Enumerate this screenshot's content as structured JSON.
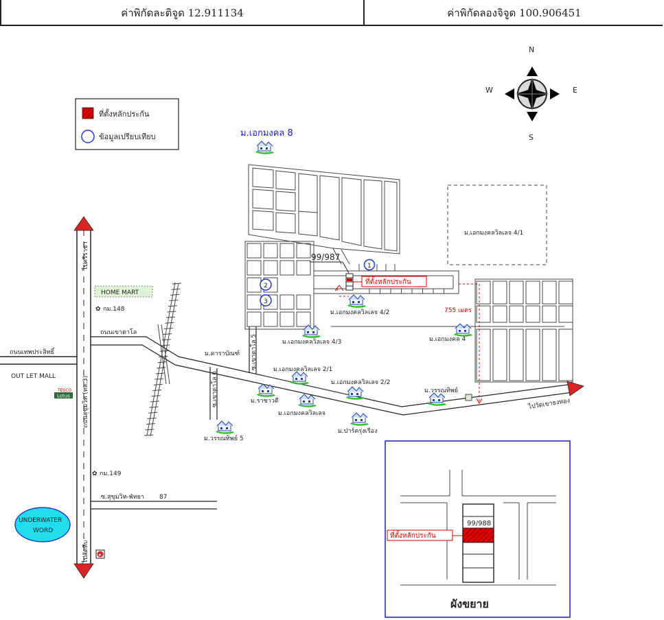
{
  "header": {
    "latitude_label": "ค่าพิกัดละติจูด 12.911134",
    "longitude_label": "ค่าพิกัดลองจิจูด 100.906451"
  },
  "legend": {
    "collateral": "ที่ตั้งหลักประกัน",
    "comparison": "ข้อมูลเปรียบเทียบ"
  },
  "compass": {
    "n": "N",
    "s": "S",
    "e": "E",
    "w": "W"
  },
  "villages": {
    "ekmongkol8": "ม.เอกมงคล 8",
    "ekmongkolvilla41": "ม.เอกมงคลวิลเลจ 4/1",
    "ekmongkolvilla42": "ม.เอกมงคลวิลเลจ 4/2",
    "ekmongkolvilla43": "ม.เอกมงคลวิลเลจ 4/3",
    "ekmongkol4": "ม.เอกมงคล 4",
    "daraphirom": "ม.ดาราบัณฑ์",
    "ekmongkolvilla21": "ม.เอกมงคลวิลเลจ 2/1",
    "ekmongkolvilla22": "ม.เอกมงคลวิลเลจ 2/2",
    "wornthip": "ม.วรรณทิพย์",
    "rachawadi": "ม.ราชาวดี",
    "ekmongkolvillage": "ม.เอกมงคลวิลเลจ",
    "parkrungrueang": "ม.ปาร์ครุ่งเรือง",
    "wornthip5": "ม.วรรณทิพย์ 5"
  },
  "roads": {
    "to_sriracha": "ไปศรีราชา",
    "to_sattahip": "ไปสัตหีบ",
    "sukhumvit": "ถนนสุขุมวิท (ทล.3)",
    "thepprasit": "ถนนเทพประสิทธิ์",
    "khaotalo": "ถนนเขาตาโล",
    "soi_khaotalo5": "ซ.เขาตาโล 5",
    "soi_khaotalo6": "ซ.เขาตาโล 6",
    "soi_sukhumvit87": "ซ.สุขุมวิท-พัทยา",
    "soi_87_num": "87",
    "to_wat": "ไปวัดเขาธงทอง"
  },
  "landmarks": {
    "home_mart": "HOME MART",
    "km148": "กม.148",
    "km149": "กม.149",
    "outlet_mall": "OUT LET MALL",
    "tesco_top": "TESCO",
    "tesco_bottom": "Lotus",
    "underwater_1": "UNDERWATER",
    "underwater_2": "WORD"
  },
  "markers": {
    "plot_id": "99/987",
    "collateral": "ที่ตั้งหลักประกัน",
    "distance": "755 เมตร",
    "c1": "1",
    "c2": "2",
    "c3": "3"
  },
  "inset": {
    "plot_id": "99/988",
    "collateral": "ที่ตั้งหลักประกัน",
    "title": "ผังขยาย"
  },
  "colors": {
    "collateral_red": "#e00000",
    "comparison_blue": "#2233cc",
    "village_title_blue": "#1a1ad0",
    "inset_border": "#2a2acc",
    "homemart_bg": "#dff3d6",
    "underwater_fill": "#22ddee",
    "arrow_red": "#dd2222"
  },
  "icons": {
    "village": "house-icon",
    "km_marker": "flower-icon",
    "hospital": "star-badge-icon"
  }
}
